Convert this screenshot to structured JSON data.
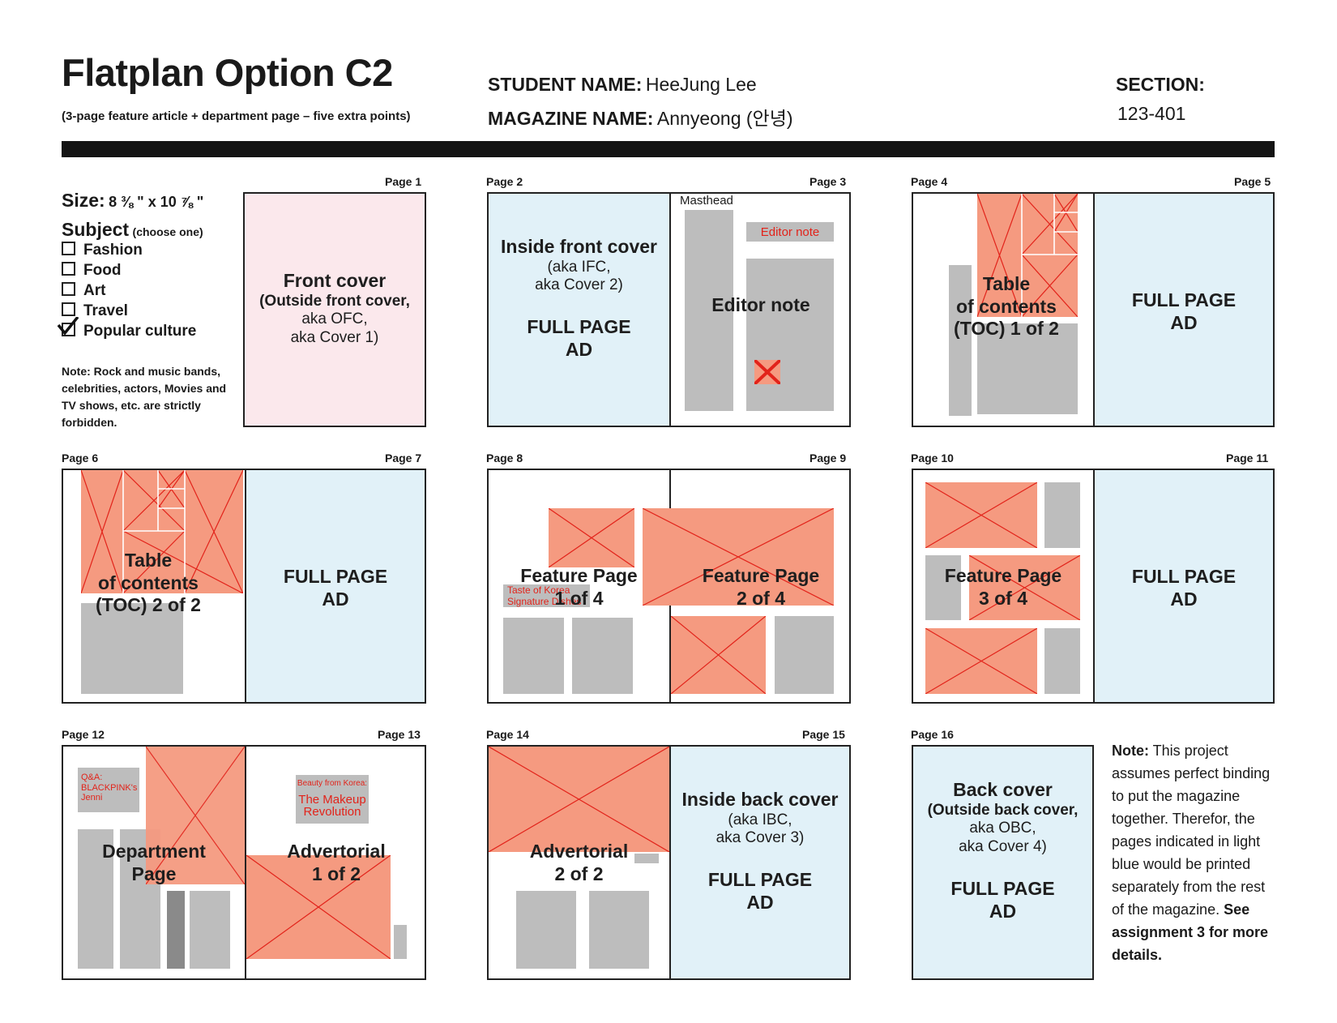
{
  "header": {
    "title": "Flatplan Option C2",
    "subtitle": "(3-page feature article + department page – five extra points)",
    "student_label": "STUDENT NAME:",
    "student_value": "HeeJung Lee",
    "magazine_label": "MAGAZINE NAME:",
    "magazine_value": "Annyeong (안녕)",
    "section_label": "SECTION:",
    "section_value": "123-401"
  },
  "sidebar": {
    "size_label": "Size:",
    "size_value": "8 ⅜ \" x 10 ⅞ \"",
    "subject_label": "Subject",
    "subject_hint": "(choose one)",
    "subjects": [
      {
        "label": "Fashion",
        "checked": false
      },
      {
        "label": "Food",
        "checked": false
      },
      {
        "label": "Art",
        "checked": false
      },
      {
        "label": "Travel",
        "checked": false
      },
      {
        "label": "Popular culture",
        "checked": true
      }
    ],
    "note": "Note: Rock and music bands, celebrities, actors, Movies and TV shows, etc. are strictly forbidden."
  },
  "pages": {
    "p1": "Page 1",
    "p2": "Page 2",
    "p3": "Page 3",
    "p4": "Page 4",
    "p5": "Page 5",
    "p6": "Page 6",
    "p7": "Page 7",
    "p8": "Page 8",
    "p9": "Page 9",
    "p10": "Page 10",
    "p11": "Page 11",
    "p12": "Page 12",
    "p13": "Page 13",
    "p14": "Page 14",
    "p15": "Page 15",
    "p16": "Page 16"
  },
  "content": {
    "front_cover_title": "Front cover",
    "front_cover_l1": "(Outside front cover,",
    "front_cover_l2": "aka OFC,",
    "front_cover_l3": "aka Cover 1)",
    "ifc_title": "Inside front cover",
    "ifc_l1": "(aka IFC,",
    "ifc_l2": "aka Cover 2)",
    "full_page": "FULL PAGE",
    "ad": "AD",
    "masthead": "Masthead",
    "editor_note_small": "Editor note",
    "editor_note": "Editor note",
    "toc1_l1": "Table",
    "toc1_l2": "of contents",
    "toc1_l3": "(TOC) 1 of 2",
    "toc2_l1": "Table",
    "toc2_l2": "of contents",
    "toc2_l3": "(TOC) 2 of 2",
    "feature1_l1": "Feature Page",
    "feature1_l2": "1 of 4",
    "feature_caption_l1": "Taste of Korea",
    "feature_caption_l2": "Signature Dishes",
    "feature2_l1": "Feature Page",
    "feature2_l2": "2 of 4",
    "feature3_l1": "Feature Page",
    "feature3_l2": "3 of 4",
    "qa_l1": "Q&A:",
    "qa_l2": "BLACKPINK's",
    "qa_l3": "Jenni",
    "dept_l1": "Department",
    "dept_l2": "Page",
    "beauty_l1": "Beauty from Korea:",
    "beauty_l2": "The Makeup",
    "beauty_l3": "Revolution",
    "advertorial1_l1": "Advertorial",
    "advertorial1_l2": "1 of 2",
    "advertorial2_l1": "Advertorial",
    "advertorial2_l2": "2 of 2",
    "ibc_title": "Inside back cover",
    "ibc_l1": "(aka IBC,",
    "ibc_l2": "aka Cover 3)",
    "back_cover_title": "Back cover",
    "back_cover_l1": "(Outside back cover,",
    "back_cover_l2": "aka OBC,",
    "back_cover_l3": "aka Cover 4)"
  },
  "note_right": {
    "bold_lead": "Note:",
    "text": " This project assumes perfect binding to put the magazine together. Therefor, the pages indicated in light blue would be printed separately from the rest of the magazine. ",
    "bold_tail": "See assignment 3 for more details."
  },
  "colors": {
    "image_placeholder": "#f59a80",
    "text_block": "#bdbdbd",
    "ad_page": "#e1f1f8",
    "cover_page": "#fbe8ec",
    "accent_red": "#e2231a"
  }
}
